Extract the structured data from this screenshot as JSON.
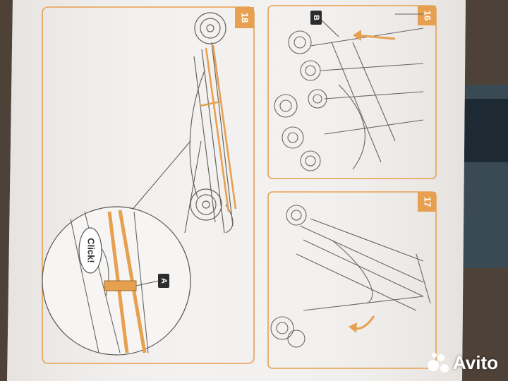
{
  "photo": {
    "description_hidden": "",
    "colors": {
      "paper": "#f3f1ef",
      "background": "#5a4a3e",
      "accent_orange": "#e7a050",
      "line": "#555555"
    }
  },
  "steps": {
    "s16": "16",
    "s17": "17",
    "s18": "18"
  },
  "labels": {
    "callout_b": "B",
    "callout_a": "A",
    "click": "Click!"
  },
  "watermark": {
    "brand": "Avito"
  }
}
